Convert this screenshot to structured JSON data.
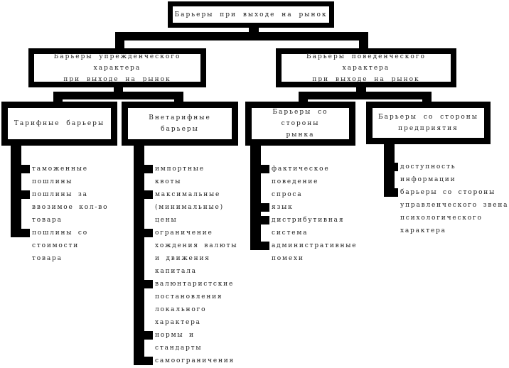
{
  "root": {
    "label": "Барьеры при выходе на рынок"
  },
  "level2": {
    "left": {
      "label": "Барьеры упрежденческого характера\nпри выходе на рынок"
    },
    "right": {
      "label": "Барьеры поведенческого характера\nпри выходе на рынок"
    }
  },
  "columns": [
    {
      "header": "Тарифные барьеры",
      "items": [
        "таможенные\nпошлины",
        "пошлины за\nввозимое кол-во\nтовара",
        "пошлины со\nстоимости\nтовара"
      ]
    },
    {
      "header": "Внетарифные барьеры",
      "items": [
        "импортные\nквоты",
        "максимальные\n(минимальные)\nцены",
        "ограничение\nхождения валюты\nи движения\nкапитала",
        "валюнтаристские\nпостановления\nлокального\nхарактера",
        "нормы и\nстандарты",
        "самоограничения"
      ]
    },
    {
      "header": "Барьеры со стороны\nрынка",
      "items": [
        "фактическое\nповедение\nспроса",
        "язык",
        "дистрибутивная\nсистема",
        "административные\nпомехи"
      ]
    },
    {
      "header": "Барьеры со стороны\nпредприятия",
      "items": [
        "доступность\nинформации",
        "барьеры со стороны\nуправленческого звена\nпсихологического\nхарактера"
      ]
    }
  ],
  "colors": {
    "box_border": "#000000",
    "box_fill": "#ffffff",
    "connector": "#000000",
    "text": "#1f1f1f"
  }
}
